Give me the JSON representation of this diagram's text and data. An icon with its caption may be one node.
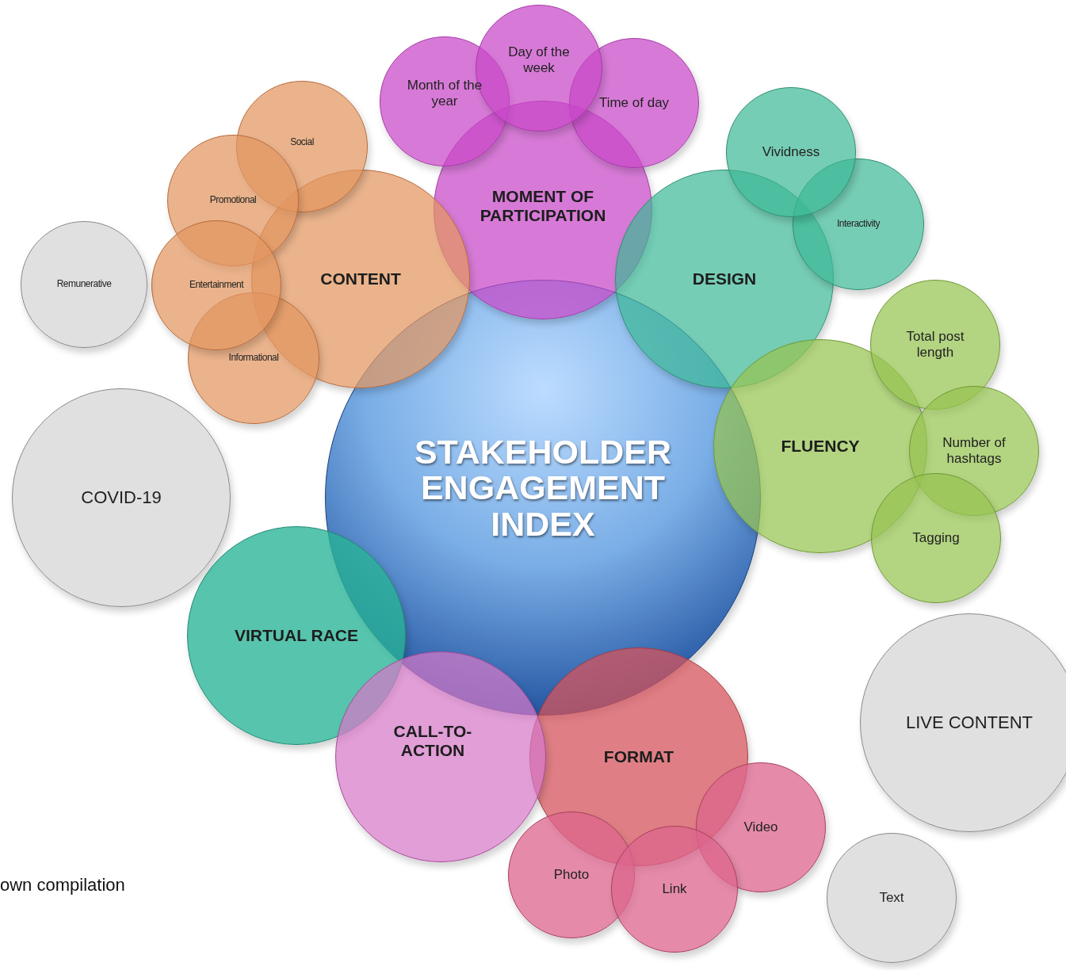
{
  "diagram": {
    "nodes": [
      {
        "text": [
          "Day of the week"
        ]
      },
      {
        "text": [
          "Month of the year"
        ]
      },
      {
        "text": [
          "Time of day"
        ]
      },
      {
        "text": [
          "Social"
        ]
      },
      {
        "text": [
          "Vividness"
        ]
      },
      {
        "text": [
          "Promotional"
        ]
      },
      {
        "text": [
          "MOMENT OF PARTICIPATION"
        ]
      },
      {
        "text": [
          "Interactivity"
        ]
      },
      {
        "text": [
          "CONTENT"
        ]
      },
      {
        "text": [
          "Remunerative"
        ]
      },
      {
        "text": [
          "Entertainment"
        ]
      },
      {
        "text": [
          "DESIGN"
        ]
      },
      {
        "text": [
          "Total post length"
        ]
      },
      {
        "text": [
          "Informational"
        ]
      },
      {
        "text": [
          "FLUENCY"
        ]
      },
      {
        "text": [
          "Number of hashtags"
        ]
      },
      {
        "text": [
          "STAKEHOLDER ENGAGEMENT INDEX"
        ]
      },
      {
        "text": [
          "COVID-19"
        ]
      },
      {
        "text": [
          "Tagging"
        ]
      },
      {
        "text": [
          "VIRTUAL RACE"
        ]
      },
      {
        "text": [
          "LIVE CONTENT"
        ]
      },
      {
        "text": [
          "CALL-TO-ACTION"
        ]
      },
      {
        "text": [
          "FORMAT"
        ]
      },
      {
        "text": [
          "Video"
        ]
      },
      {
        "text": [
          "Photo"
        ]
      },
      {
        "text": [
          "Link"
        ]
      },
      {
        "text": [
          "Text"
        ]
      }
    ],
    "labels": [
      "own compilation"
    ]
  }
}
